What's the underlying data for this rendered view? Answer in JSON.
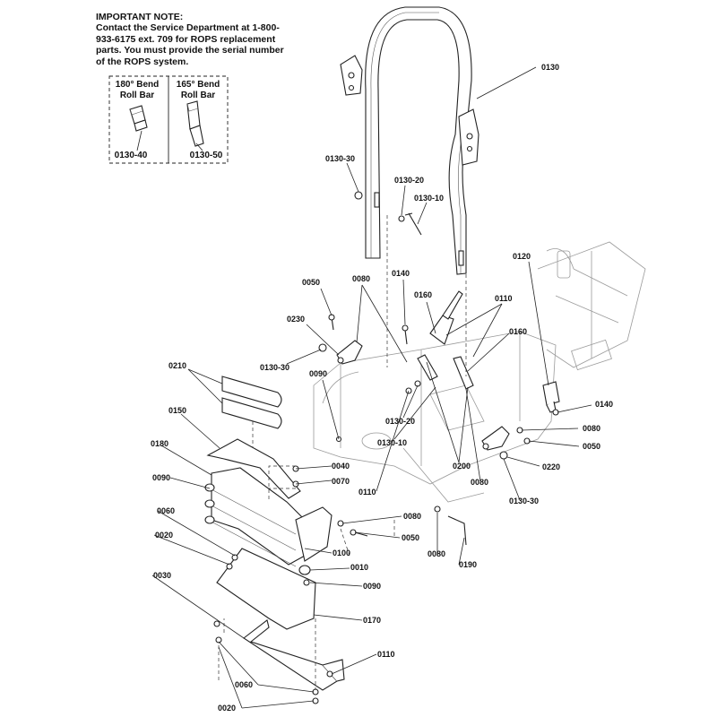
{
  "note": {
    "heading": "IMPORTANT NOTE:",
    "text": "Contact the Service Department at 1-800-933-6175 ext. 709 for ROPS replacement parts. You must provide the serial number of the ROPS system."
  },
  "inset": {
    "left_line1": "180° Bend",
    "left_line2": "Roll Bar",
    "left_part": "0130-40",
    "right_line1": "165° Bend",
    "right_line2": "Roll Bar",
    "right_part": "0130-50"
  },
  "callouts": {
    "c0130": "0130",
    "c0130_30_top": "0130-30",
    "c0130_20_top": "0130-20",
    "c0130_10_top": "0130-10",
    "c0140_top": "0140",
    "c0120": "0120",
    "c0050_top": "0050",
    "c0080_top": "0080",
    "c0160_a": "0160",
    "c0110_top": "0110",
    "c0230": "0230",
    "c0160_b": "0160",
    "c0130_30_mid": "0130-30",
    "c0090_mid": "0090",
    "c0210": "0210",
    "c0140_right": "0140",
    "c0150": "0150",
    "c0130_20_mid": "0130-20",
    "c0080_right": "0080",
    "c0180": "0180",
    "c0130_10_mid": "0130-10",
    "c0050_right": "0050",
    "c0040": "0040",
    "c0200": "0200",
    "c0220": "0220",
    "c0090_left": "0090",
    "c0070": "0070",
    "c0080_c": "0080",
    "c0110_mid": "0110",
    "c0130_30_right": "0130-30",
    "c0060_left": "0060",
    "c0080_d": "0080",
    "c0050_low": "0050",
    "c0020_left": "0020",
    "c0100": "0100",
    "c0080_e": "0080",
    "c0190": "0190",
    "c0010": "0010",
    "c0030": "0030",
    "c0090_low": "0090",
    "c0170": "0170",
    "c0110_low": "0110",
    "c0060_low": "0060",
    "c0020_low": "0020"
  }
}
